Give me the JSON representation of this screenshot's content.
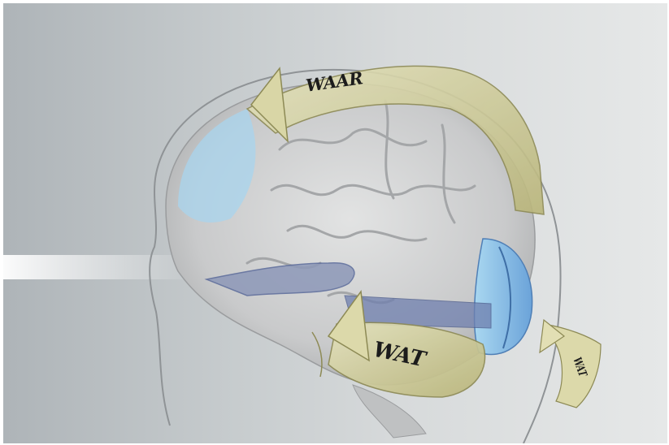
{
  "scene": {
    "description_icon": "brain-icon",
    "arrows": {
      "waar": {
        "label": "WAAR"
      },
      "wat": {
        "label": "WAT"
      },
      "wat_small": {
        "label": "WAT"
      }
    }
  },
  "colors": {
    "background": "#c7ccce",
    "brain": "#cfd0d0",
    "arrow": "#d6d3a2",
    "visual_cortex": "#7fb0e0",
    "frontal_highlight": "#a8d4ee",
    "pathway": "#5a6a9a"
  }
}
